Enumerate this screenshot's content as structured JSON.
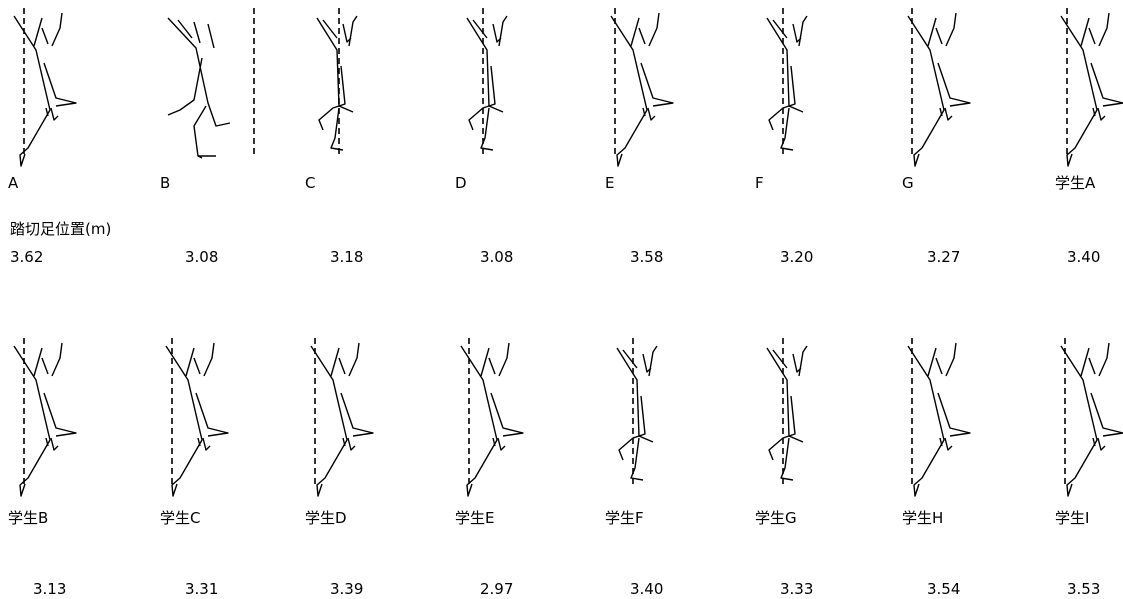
{
  "heading": "踏切足位置(m)",
  "subjects_row1": [
    {
      "name": "A",
      "value": "3.62"
    },
    {
      "name": "B",
      "value": "3.08"
    },
    {
      "name": "C",
      "value": "3.18"
    },
    {
      "name": "D",
      "value": "3.08"
    },
    {
      "name": "E",
      "value": "3.58"
    },
    {
      "name": "F",
      "value": "3.20"
    },
    {
      "name": "G",
      "value": "3.27"
    },
    {
      "name": "学生A",
      "value": "3.40"
    }
  ],
  "subjects_row2": [
    {
      "name": "学生B",
      "value": "3.13"
    },
    {
      "name": "学生C",
      "value": "3.31"
    },
    {
      "name": "学生D",
      "value": "3.39"
    },
    {
      "name": "学生E",
      "value": "2.97"
    },
    {
      "name": "学生F",
      "value": "3.40"
    },
    {
      "name": "学生G",
      "value": "3.33"
    },
    {
      "name": "学生H",
      "value": "3.54"
    },
    {
      "name": "学生I",
      "value": "3.53"
    }
  ]
}
